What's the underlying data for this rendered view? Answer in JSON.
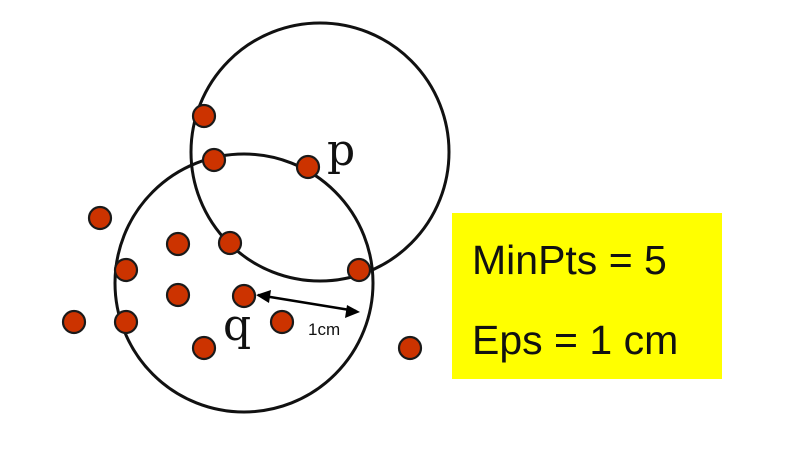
{
  "labels": {
    "p": "p",
    "q": "q",
    "distance": "1cm"
  },
  "parameters": {
    "min_pts": "MinPts = 5",
    "eps": "Eps = 1 cm"
  },
  "colors": {
    "point_fill": "#cc3300",
    "box_fill": "#ffff00"
  }
}
